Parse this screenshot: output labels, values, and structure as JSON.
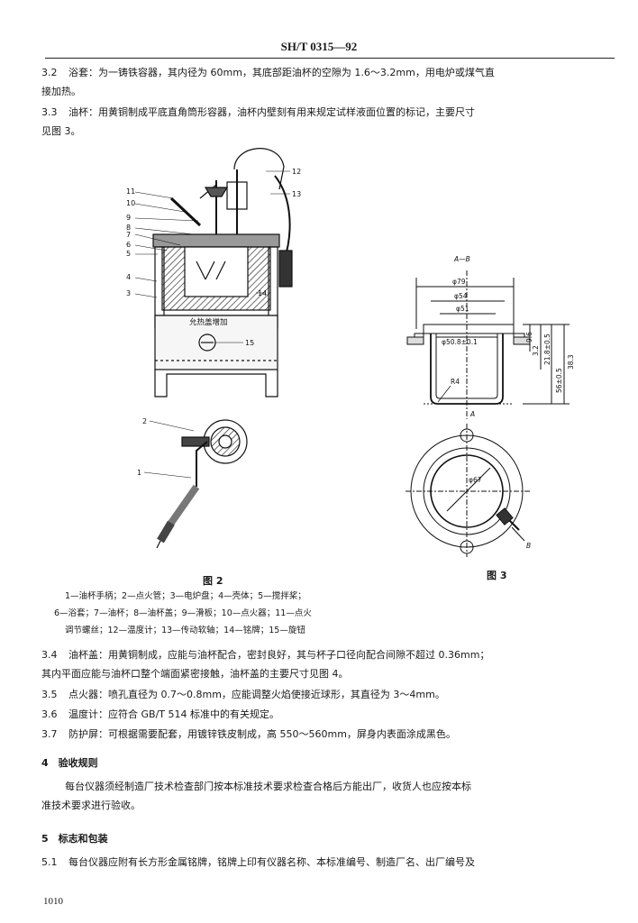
{
  "header": {
    "doc_code": "SH/T 0315—92"
  },
  "sections_top": [
    {
      "num": "3.2",
      "line1": "浴套：为一铸铁容器，其内径为 60mm，其底部距油杯的空隙为 1.6～3.2mm，用电炉或煤气直",
      "line2": "接加热。"
    },
    {
      "num": "3.3",
      "line1": "油杯：用黄铜制成平底直角筒形容器，油杯内壁刻有用来规定试样液面位置的标记，主要尺寸",
      "line2": "见图 3。"
    }
  ],
  "fig2": {
    "caption": "图 2",
    "callouts": [
      "1",
      "2",
      "3",
      "4",
      "5",
      "6",
      "7",
      "8",
      "9",
      "10",
      "11",
      "12",
      "13",
      "14",
      "15"
    ],
    "label_text": "允热盖增加",
    "legend": [
      "1—油杯手柄；2—点火管；3—电炉盘；4—壳体；5—搅拌桨；",
      "6—浴套；7—油杯；8—油杯盖；9—滑板；10—点火器；11—点火",
      "调节螺丝；12—温度计；13—传动软轴；14—铭牌；15—旋钮"
    ]
  },
  "fig3": {
    "caption": "图 3",
    "section_label": "A—B",
    "dims": {
      "d79": "φ79",
      "d54": "φ54",
      "d51": "φ51",
      "d50": "φ50.8±0.1",
      "d67": "φ67",
      "r4": "R4",
      "v1": "9.6",
      "v2": "3.2",
      "v3": "21.8±0.5",
      "v4": "56±0.5",
      "v5": "38.3"
    },
    "point_a": "A",
    "point_b": "B"
  },
  "sections_bottom": [
    {
      "num": "3.4",
      "line1": "油杯盖：用黄铜制成，应能与油杯配合，密封良好，其与杯子口径向配合间隙不超过 0.36mm；",
      "line2": "其内平面应能与油杯口整个端面紧密接触，油杯盖的主要尺寸见图 4。"
    },
    {
      "num": "3.5",
      "line1": "点火器：喷孔直径为 0.7～0.8mm，应能调整火焰使接近球形，其直径为 3～4mm。",
      "line2": ""
    },
    {
      "num": "3.6",
      "line1": "温度计：应符合 GB/T 514 标准中的有关规定。",
      "line2": ""
    },
    {
      "num": "3.7",
      "line1": "防护屏：可根据需要配套，用镀锌铁皮制成，高 550～560mm，屏身内表面涂成黑色。",
      "line2": ""
    }
  ],
  "section4": {
    "title": "4　验收规则",
    "line1": "每台仪器须经制造厂技术检查部门按本标准技术要求检查合格后方能出厂，收货人也应按本标",
    "line2": "准技术要求进行验收。"
  },
  "section5": {
    "title": "5　标志和包装"
  },
  "section51": {
    "num": "5.1",
    "line1": "每台仪器应附有长方形金属铭牌，铭牌上印有仪器名称、本标准编号、制造厂名、出厂编号及"
  },
  "page_number": "1010"
}
